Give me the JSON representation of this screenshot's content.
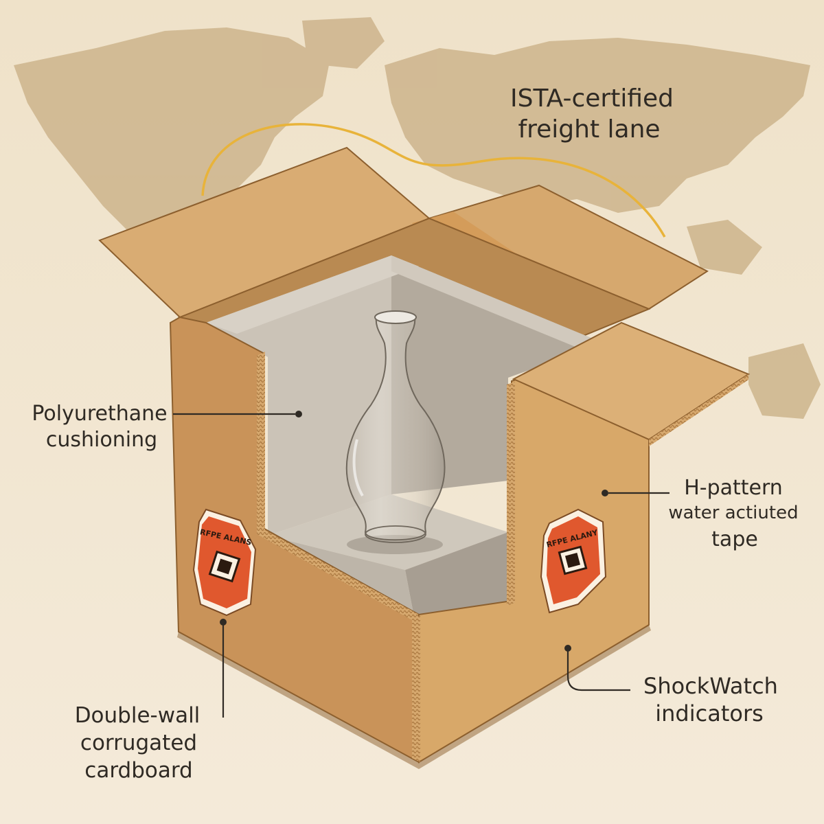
{
  "labels": {
    "freight_lane": [
      "ISTA-certified",
      "freight lane"
    ],
    "cushioning": [
      "Polyurethane",
      "cushioning"
    ],
    "tape": [
      "H-pattern",
      "water actiuted",
      "tape"
    ],
    "cardboard": [
      "Double-wall",
      "corrugated",
      "cardboard"
    ],
    "indicators": [
      "ShockWatch",
      "indicators"
    ]
  },
  "stickers": {
    "left_text": "RFPE ALANS",
    "right_text": "RFPE ALANY"
  },
  "colors": {
    "background": "#f2e6d0",
    "map": "#cdb48c",
    "route": "#e8b33a",
    "cardboard": "#d3a26a",
    "foam": "#c9c1b6",
    "sticker": "#e0582e"
  }
}
